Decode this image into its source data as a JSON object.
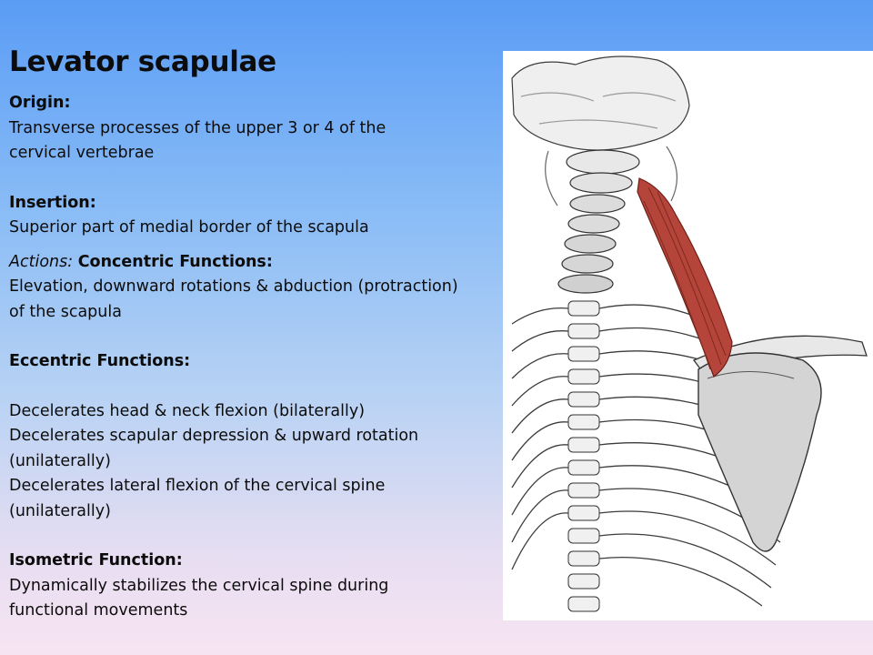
{
  "slide": {
    "title": "Levator scapulae",
    "origin_heading": "Origin:",
    "origin_line1": "Transverse processes of the upper 3 or 4 of the",
    "origin_line2": "cervical vertebrae",
    "insertion_heading": "Insertion:",
    "insertion_text": "Superior part of medial border of the scapula",
    "actions_label": "Actions:",
    "concentric_heading": "Concentric Functions:",
    "concentric_line1": "Elevation, downward rotations & abduction (protraction)",
    "concentric_line2": "of the scapula",
    "eccentric_heading": "Eccentric Functions:",
    "eccentric_1": "Decelerates head & neck flexion (bilaterally)",
    "eccentric_2a": "Decelerates scapular depression & upward rotation",
    "eccentric_2b": "(unilaterally)",
    "eccentric_3a": "Decelerates lateral flexion of the cervical spine",
    "eccentric_3b": "(unilaterally)",
    "isometric_heading": "Isometric Function:",
    "isometric_line1": "Dynamically stabilizes the cervical spine during",
    "isometric_line2": "functional movements"
  },
  "colors": {
    "background_top": "#5a9cf5",
    "background_bottom": "#f7e4f2",
    "muscle": "#b5453a",
    "bone_stroke": "#3c3c3c"
  }
}
